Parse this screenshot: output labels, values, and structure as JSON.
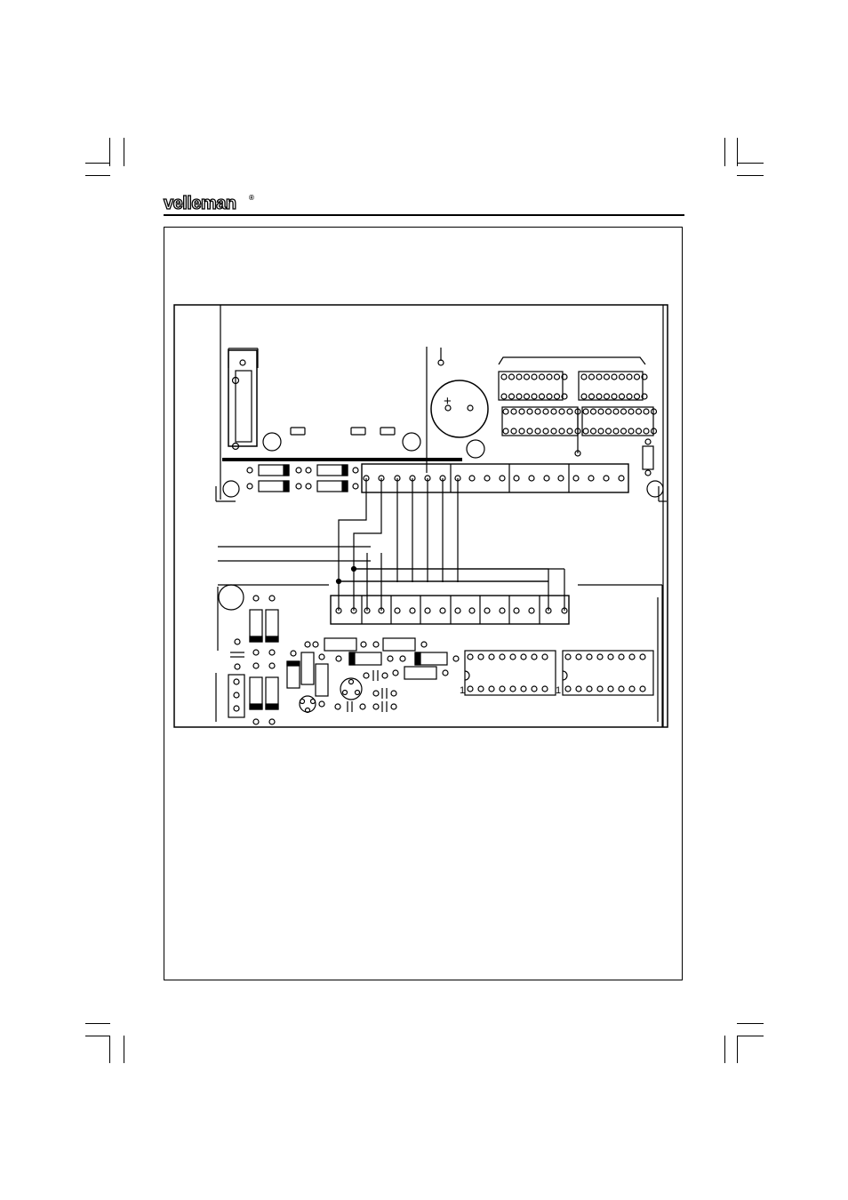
{
  "header": {
    "brand": "velleman",
    "registered_mark": "®"
  },
  "figure": {
    "ic_pin1_labels": [
      "1",
      "1"
    ],
    "capacitor_polarity": "+"
  }
}
